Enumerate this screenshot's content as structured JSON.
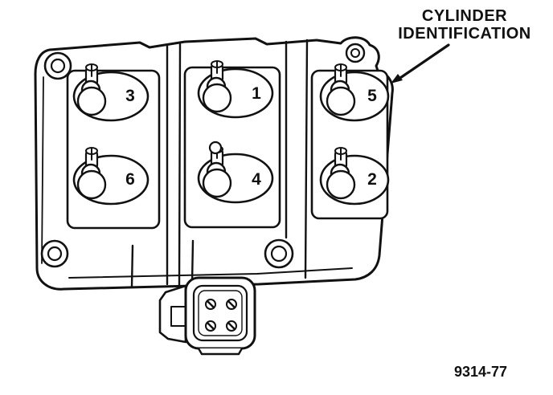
{
  "diagram": {
    "title_line1": "CYLINDER",
    "title_line2": "IDENTIFICATION",
    "figure_number": "9314-77",
    "ink_color": "#111111",
    "background_color": "#ffffff"
  },
  "cylinders": {
    "top_row": [
      "3",
      "1",
      "5"
    ],
    "bottom_row": [
      "6",
      "4",
      "2"
    ]
  }
}
